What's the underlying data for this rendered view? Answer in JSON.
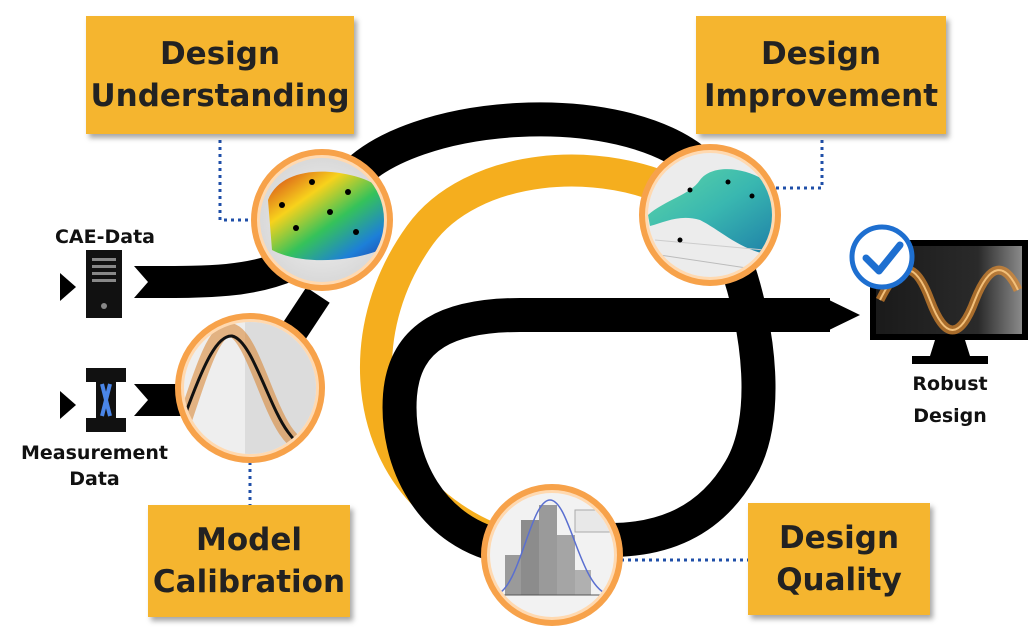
{
  "boxes": {
    "design_understanding": {
      "line1": "Design",
      "line2": "Understanding"
    },
    "design_improvement": {
      "line1": "Design",
      "line2": "Improvement"
    },
    "model_calibration": {
      "line1": "Model",
      "line2": "Calibration"
    },
    "design_quality": {
      "line1": "Design",
      "line2": "Quality"
    }
  },
  "inputs": {
    "cae_data": "CAE-Data",
    "measurement_line1": "Measurement",
    "measurement_line2": "Data"
  },
  "output": {
    "line1": "Robust",
    "line2": "Design"
  },
  "colors": {
    "box": "#F5B52F",
    "track": "#000000",
    "gold_track": "#F5AE1E",
    "node_ring": "#F7A24A",
    "check": "#1E6FD0"
  }
}
